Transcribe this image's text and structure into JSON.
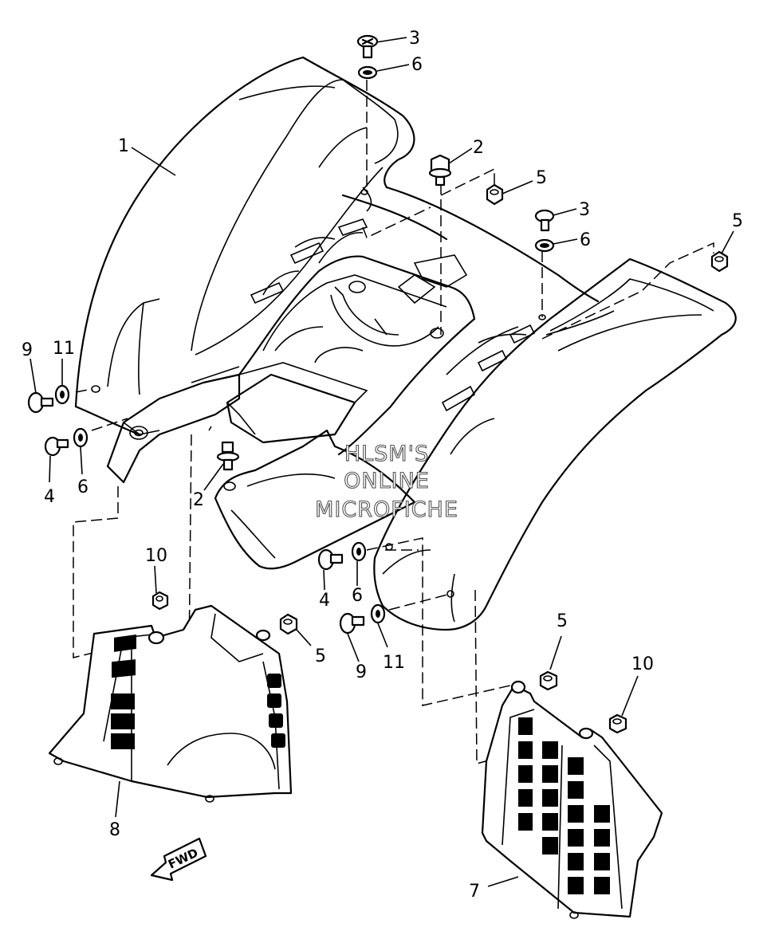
{
  "diagram": {
    "callouts": [
      {
        "id": "c1",
        "label": "1"
      },
      {
        "id": "c2a",
        "label": "2"
      },
      {
        "id": "c2b",
        "label": "2"
      },
      {
        "id": "c3a",
        "label": "3"
      },
      {
        "id": "c3b",
        "label": "3"
      },
      {
        "id": "c4a",
        "label": "4"
      },
      {
        "id": "c4b",
        "label": "4"
      },
      {
        "id": "c5a",
        "label": "5"
      },
      {
        "id": "c5b",
        "label": "5"
      },
      {
        "id": "c5c",
        "label": "5"
      },
      {
        "id": "c5d",
        "label": "5"
      },
      {
        "id": "c6a",
        "label": "6"
      },
      {
        "id": "c6b",
        "label": "6"
      },
      {
        "id": "c6c",
        "label": "6"
      },
      {
        "id": "c6d",
        "label": "6"
      },
      {
        "id": "c7",
        "label": "7"
      },
      {
        "id": "c8",
        "label": "8"
      },
      {
        "id": "c9a",
        "label": "9"
      },
      {
        "id": "c9b",
        "label": "9"
      },
      {
        "id": "c10a",
        "label": "10"
      },
      {
        "id": "c10b",
        "label": "10"
      },
      {
        "id": "c11a",
        "label": "11"
      },
      {
        "id": "c11b",
        "label": "11"
      }
    ],
    "watermark": [
      "HLSM'S",
      "ONLINE",
      "MICROFICHE"
    ],
    "direction_arrow": "FWD"
  }
}
